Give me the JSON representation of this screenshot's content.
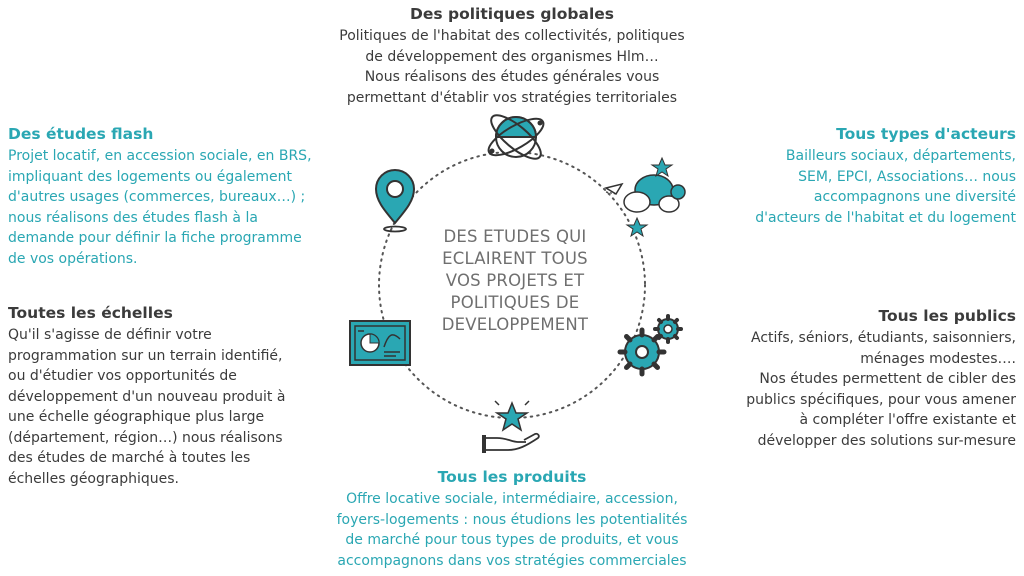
{
  "center": {
    "lines": [
      "DES ETUDES QUI",
      "ECLAIRENT TOUS",
      "VOS PROJETS ET",
      "POLITIQUES DE",
      "DEVELOPPEMENT"
    ]
  },
  "colors": {
    "teal": "#2aa7b3",
    "dark": "#3b3b3b",
    "center_text": "#6f6f6f",
    "circle": "#555555"
  },
  "sections": {
    "politiques": {
      "title": "Des politiques globales",
      "lines": [
        "Politiques de l'habitat des collectivités, politiques",
        "de développement des organismes Hlm…",
        "Nous réalisons des études générales vous",
        "permettant d'établir vos stratégies territoriales"
      ],
      "icon": "globe-orbit-icon"
    },
    "flash": {
      "title": "Des études flash",
      "lines": [
        "Projet locatif, en accession sociale, en BRS,",
        "impliquant des logements ou également",
        "d'autres usages (commerces, bureaux…) ;",
        "nous réalisons des études flash à la",
        "demande pour définir la fiche programme",
        "de vos opérations."
      ],
      "icon": "map-pin-icon"
    },
    "acteurs": {
      "title": "Tous types d'acteurs",
      "lines": [
        "Bailleurs sociaux, départements,",
        "SEM, EPCI, Associations… nous",
        "accompagnons une diversité",
        "d'acteurs de l'habitat et du logement"
      ],
      "icon": "speech-bubbles-icon"
    },
    "echelles": {
      "title": "Toutes les échelles",
      "lines": [
        "Qu'il s'agisse de définir votre",
        "programmation sur un terrain identifié,",
        "ou d'étudier vos opportunités de",
        "développement d'un nouveau produit à",
        "une échelle géographique plus large",
        "(département, région…) nous réalisons",
        "des études de marché à toutes les",
        "échelles géographiques."
      ],
      "icon": "dashboard-chart-icon"
    },
    "publics": {
      "title": "Tous les publics",
      "lines": [
        "Actifs, séniors, étudiants, saisonniers,",
        "ménages modestes….",
        "Nos études permettent de cibler des",
        "publics spécifiques, pour vous amener",
        "à compléter l'offre existante et",
        "développer des solutions sur-mesure"
      ],
      "icon": "gears-icon"
    },
    "produits": {
      "title": "Tous les produits",
      "lines": [
        "Offre locative sociale, intermédiaire, accession,",
        "foyers-logements : nous étudions les potentialités",
        "de marché pour tous types de produits, et vous",
        "accompagnons dans vos stratégies commerciales"
      ],
      "icon": "hand-star-icon"
    }
  }
}
